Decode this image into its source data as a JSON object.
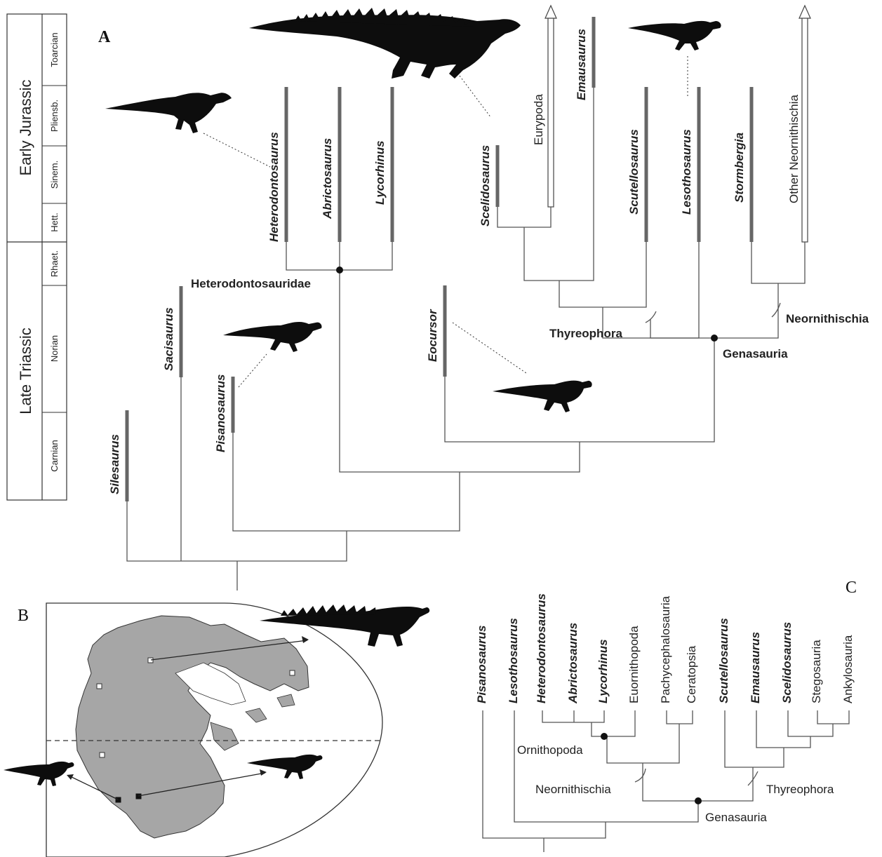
{
  "panel_labels": {
    "a": "A",
    "b": "B",
    "c": "C"
  },
  "timescale": {
    "periods": [
      "Early Jurassic",
      "Late Triassic"
    ],
    "ages": [
      "Toarcian",
      "Pliensb.",
      "Sinem.",
      "Hett.",
      "Rhaet.",
      "Norian",
      "Carnian"
    ]
  },
  "panel_a": {
    "taxa": [
      "Silesaurus",
      "Sacisaurus",
      "Pisanosaurus",
      "Heterodontosaurus",
      "Abrictosaurus",
      "Lycorhinus",
      "Eocursor",
      "Scelidosaurus",
      "Eurypoda",
      "Emausaurus",
      "Scutellosaurus",
      "Lesothosaurus",
      "Stormbergia",
      "Other Neornithischia"
    ],
    "clades": [
      "Heterodontosauridae",
      "Thyreophora",
      "Neornithischia",
      "Genasauria"
    ]
  },
  "panel_c": {
    "taxa": [
      "Pisanosaurus",
      "Lesothosaurus",
      "Heterodontosaurus",
      "Abrictosaurus",
      "Lycorhinus",
      "Euornithopoda",
      "Pachycephalosauria",
      "Ceratopsia",
      "Scutellosaurus",
      "Emausaurus",
      "Scelidosaurus",
      "Stegosauria",
      "Ankylosauria"
    ],
    "clades": [
      "Ornithopoda",
      "Neornithischia",
      "Thyreophora",
      "Genasauria"
    ]
  },
  "colors": {
    "land": "#a6a6a6",
    "bar": "#666666",
    "line": "#555555"
  }
}
